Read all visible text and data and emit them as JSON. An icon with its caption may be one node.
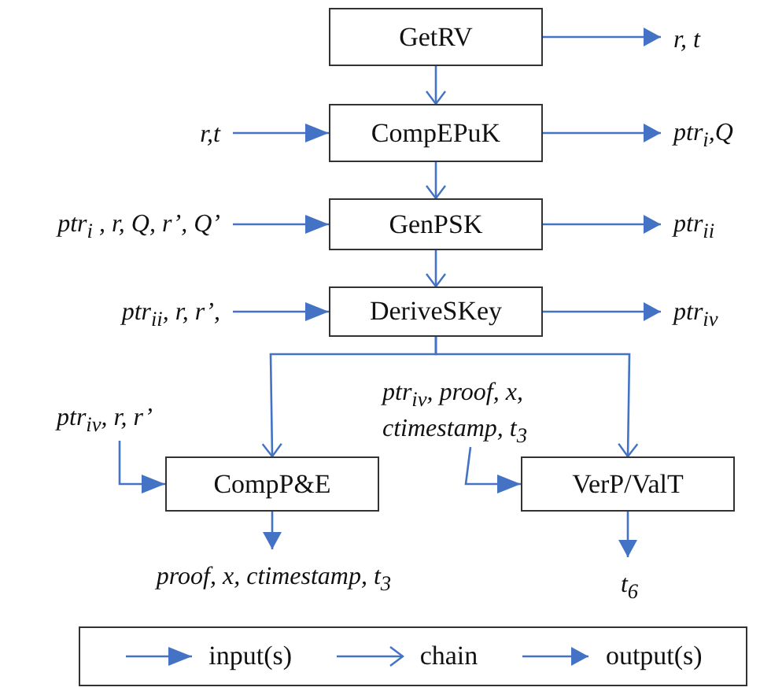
{
  "diagram": {
    "nodes": [
      {
        "text": [
          "GetRV"
        ]
      },
      {
        "text": [
          "CompEPuK"
        ]
      },
      {
        "text": [
          "GenPSK"
        ]
      },
      {
        "text": [
          "DeriveSKey"
        ]
      },
      {
        "text": [
          "CompP&E"
        ]
      },
      {
        "text": [
          "VerP/ValT"
        ]
      },
      {
        "text": [
          "r, t"
        ]
      },
      {
        "text": [
          "r,t"
        ]
      },
      {
        "text": [
          "ptr$_{i}$,Q"
        ]
      },
      {
        "text": [
          "ptr$_{i}$ , r, Q, r’, Q’"
        ]
      },
      {
        "text": [
          "ptr$_{ii}$"
        ]
      },
      {
        "text": [
          "ptr$_{ii}$, r, r’,"
        ]
      },
      {
        "text": [
          "ptr$_{iv}$"
        ]
      },
      {
        "text": [
          "ptr$_{iv}$, r, r’"
        ]
      },
      {
        "text": [
          "ptr$_{iv}$, proof, x, ctimestamp, t$_{3}$"
        ]
      },
      {
        "text": [
          "proof, x, ctimestamp, t$_{3}$"
        ]
      },
      {
        "text": [
          "t$_{6}$"
        ]
      }
    ],
    "edges": [
      {
        "from": 0,
        "to": 1,
        "arrow": "to"
      },
      {
        "from": 1,
        "to": 2,
        "arrow": "to"
      },
      {
        "from": 2,
        "to": 3,
        "arrow": "to"
      },
      {
        "from": 3,
        "to": 4,
        "arrow": "to"
      },
      {
        "from": 3,
        "to": 5,
        "arrow": "to"
      },
      {
        "from": 0,
        "to": 6,
        "arrow": "to"
      },
      {
        "from": 7,
        "to": 1,
        "arrow": "to"
      },
      {
        "from": 1,
        "to": 8,
        "arrow": "to"
      },
      {
        "from": 9,
        "to": 2,
        "arrow": "to"
      },
      {
        "from": 2,
        "to": 10,
        "arrow": "to"
      },
      {
        "from": 11,
        "to": 3,
        "arrow": "to"
      },
      {
        "from": 3,
        "to": 12,
        "arrow": "to"
      },
      {
        "from": 13,
        "to": 4,
        "arrow": "to"
      },
      {
        "from": 14,
        "to": 5,
        "arrow": "to"
      },
      {
        "from": 4,
        "to": 15,
        "arrow": "to"
      },
      {
        "from": 5,
        "to": 16,
        "arrow": "to"
      }
    ],
    "legend": [
      {
        "text": "input(s)"
      },
      {
        "text": "chain"
      },
      {
        "text": "output(s)"
      }
    ]
  }
}
